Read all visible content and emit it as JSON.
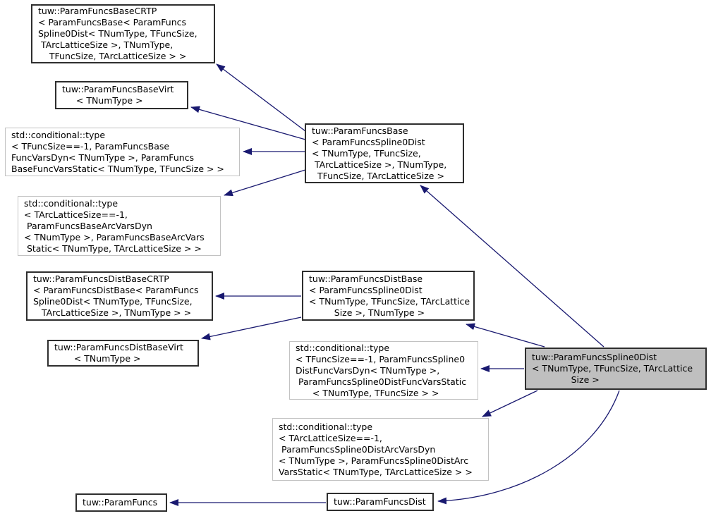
{
  "diagram": {
    "type": "doxygen-class-inheritance-graph",
    "background_color": "#ffffff",
    "edge_color": "#191970",
    "class_border_color": "#2e2e2e",
    "undocumented_border_color": "#c2c2c2",
    "current_node_fill": "#bfbfbf",
    "nodes": [
      {
        "id": "param-funcs-base-crtp",
        "kind": "class",
        "label": "tuw::ParamFuncsBaseCRTP\n< ParamFuncsBase< ParamFuncs\nSpline0Dist< TNumType, TFuncSize,\n TArcLatticeSize >, TNumType,\n    TFuncSize, TArcLatticeSize > >"
      },
      {
        "id": "param-funcs-base-virt",
        "kind": "class",
        "label": "tuw::ParamFuncsBaseVirt\n     < TNumType >"
      },
      {
        "id": "conditional-base-func-vars",
        "kind": "undocumented",
        "label": "std::conditional::type\n< TFuncSize==-1, ParamFuncsBase\nFuncVarsDyn< TNumType >, ParamFuncs\nBaseFuncVarsStatic< TNumType, TFuncSize > >"
      },
      {
        "id": "conditional-base-arc-vars",
        "kind": "undocumented",
        "label": "std::conditional::type\n< TArcLatticeSize==-1,\n ParamFuncsBaseArcVarsDyn\n< TNumType >, ParamFuncsBaseArcVars\n Static< TNumType, TArcLatticeSize > >"
      },
      {
        "id": "param-funcs-base",
        "kind": "class",
        "label": "tuw::ParamFuncsBase\n< ParamFuncsSpline0Dist\n< TNumType, TFuncSize,\n TArcLatticeSize >, TNumType,\n  TFuncSize, TArcLatticeSize >"
      },
      {
        "id": "param-funcs-dist-base-crtp",
        "kind": "class",
        "label": "tuw::ParamFuncsDistBaseCRTP\n< ParamFuncsDistBase< ParamFuncs\nSpline0Dist< TNumType, TFuncSize,\n   TArcLatticeSize >, TNumType > >"
      },
      {
        "id": "param-funcs-dist-base-virt",
        "kind": "class",
        "label": "tuw::ParamFuncsDistBaseVirt\n       < TNumType >"
      },
      {
        "id": "param-funcs-dist-base",
        "kind": "class",
        "label": "tuw::ParamFuncsDistBase\n< ParamFuncsSpline0Dist\n< TNumType, TFuncSize, TArcLattice\n         Size >, TNumType >"
      },
      {
        "id": "conditional-spline0dist-func-vars",
        "kind": "undocumented",
        "label": "std::conditional::type\n< TFuncSize==-1, ParamFuncsSpline0\nDistFuncVarsDyn< TNumType >,\n ParamFuncsSpline0DistFuncVarsStatic\n      < TNumType, TFuncSize > >"
      },
      {
        "id": "conditional-spline0dist-arc-vars",
        "kind": "undocumented",
        "label": "std::conditional::type\n< TArcLatticeSize==-1,\n ParamFuncsSpline0DistArcVarsDyn\n< TNumType >, ParamFuncsSpline0DistArc\nVarsStatic< TNumType, TArcLatticeSize > >"
      },
      {
        "id": "param-funcs-spline0dist",
        "kind": "current",
        "label": "tuw::ParamFuncsSpline0Dist\n< TNumType, TFuncSize, TArcLattice\n              Size >"
      },
      {
        "id": "param-funcs",
        "kind": "class",
        "label": "tuw::ParamFuncs"
      },
      {
        "id": "param-funcs-dist",
        "kind": "class",
        "label": "tuw::ParamFuncsDist"
      }
    ],
    "edges": [
      {
        "from": "param-funcs-base",
        "to": "param-funcs-base-crtp"
      },
      {
        "from": "param-funcs-base",
        "to": "param-funcs-base-virt"
      },
      {
        "from": "param-funcs-base",
        "to": "conditional-base-func-vars"
      },
      {
        "from": "param-funcs-base",
        "to": "conditional-base-arc-vars"
      },
      {
        "from": "param-funcs-spline0dist",
        "to": "param-funcs-base"
      },
      {
        "from": "param-funcs-dist-base",
        "to": "param-funcs-dist-base-crtp"
      },
      {
        "from": "param-funcs-dist-base",
        "to": "param-funcs-dist-base-virt"
      },
      {
        "from": "param-funcs-spline0dist",
        "to": "param-funcs-dist-base"
      },
      {
        "from": "param-funcs-spline0dist",
        "to": "conditional-spline0dist-func-vars"
      },
      {
        "from": "param-funcs-spline0dist",
        "to": "conditional-spline0dist-arc-vars"
      },
      {
        "from": "param-funcs-spline0dist",
        "to": "param-funcs-dist"
      },
      {
        "from": "param-funcs-dist",
        "to": "param-funcs"
      }
    ]
  }
}
